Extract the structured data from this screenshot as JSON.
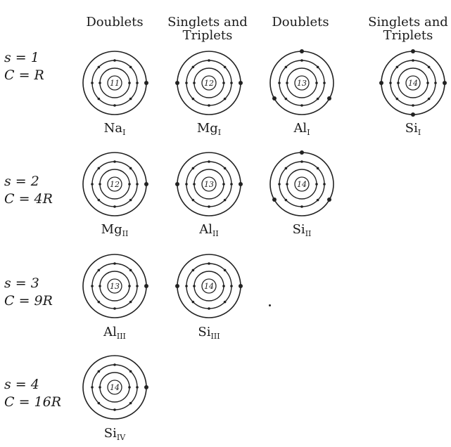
{
  "headers": [
    {
      "lines": [
        "",
        "Doublets"
      ]
    },
    {
      "lines": [
        "Singlets and",
        "Triplets"
      ]
    },
    {
      "lines": [
        "",
        "Doublets"
      ]
    },
    {
      "lines": [
        "Singlets and",
        "Triplets"
      ]
    }
  ],
  "rows": [
    {
      "s": "s = 1",
      "c": "C = R",
      "atoms": [
        {
          "element": "Na",
          "sub": "I",
          "z": "11",
          "outer": 1
        },
        {
          "element": "Mg",
          "sub": "I",
          "z": "12",
          "outer": 2
        },
        {
          "element": "Al",
          "sub": "I",
          "z": "13",
          "outer": 3
        },
        {
          "element": "Si",
          "sub": "I",
          "z": "14",
          "outer": 4
        }
      ]
    },
    {
      "s": "s = 2",
      "c": "C = 4R",
      "atoms": [
        {
          "element": "Mg",
          "sub": "II",
          "z": "12",
          "outer": 1
        },
        {
          "element": "Al",
          "sub": "II",
          "z": "13",
          "outer": 2
        },
        {
          "element": "Si",
          "sub": "II",
          "z": "14",
          "outer": 3
        }
      ]
    },
    {
      "s": "s = 3",
      "c": "C = 9R",
      "atoms": [
        {
          "element": "Al",
          "sub": "III",
          "z": "13",
          "outer": 1
        },
        {
          "element": "Si",
          "sub": "III",
          "z": "14",
          "outer": 2
        }
      ]
    },
    {
      "s": "s = 4",
      "c": "C = 16R",
      "atoms": [
        {
          "element": "Si",
          "sub": "IV",
          "z": "14",
          "outer": 1
        }
      ]
    }
  ]
}
